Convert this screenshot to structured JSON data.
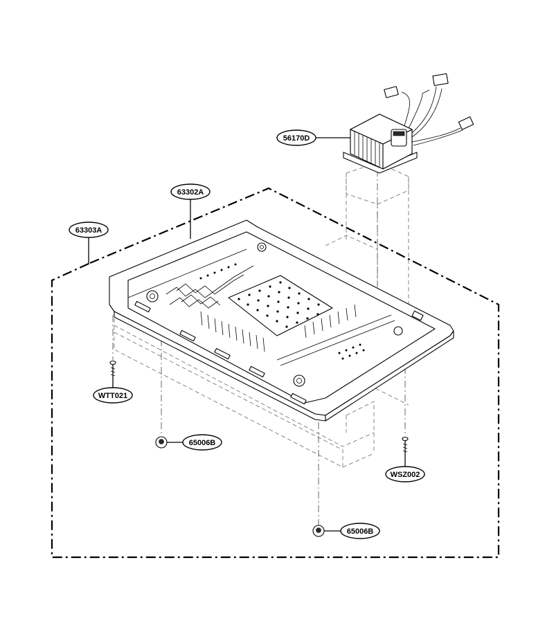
{
  "labels": {
    "transformer": "56170D",
    "base_plate": "63302A",
    "base_assembly": "63303A",
    "screw_left": "WTT021",
    "foot_upper": "65006B",
    "screw_right": "WSZ002",
    "foot_lower": "65006B"
  }
}
